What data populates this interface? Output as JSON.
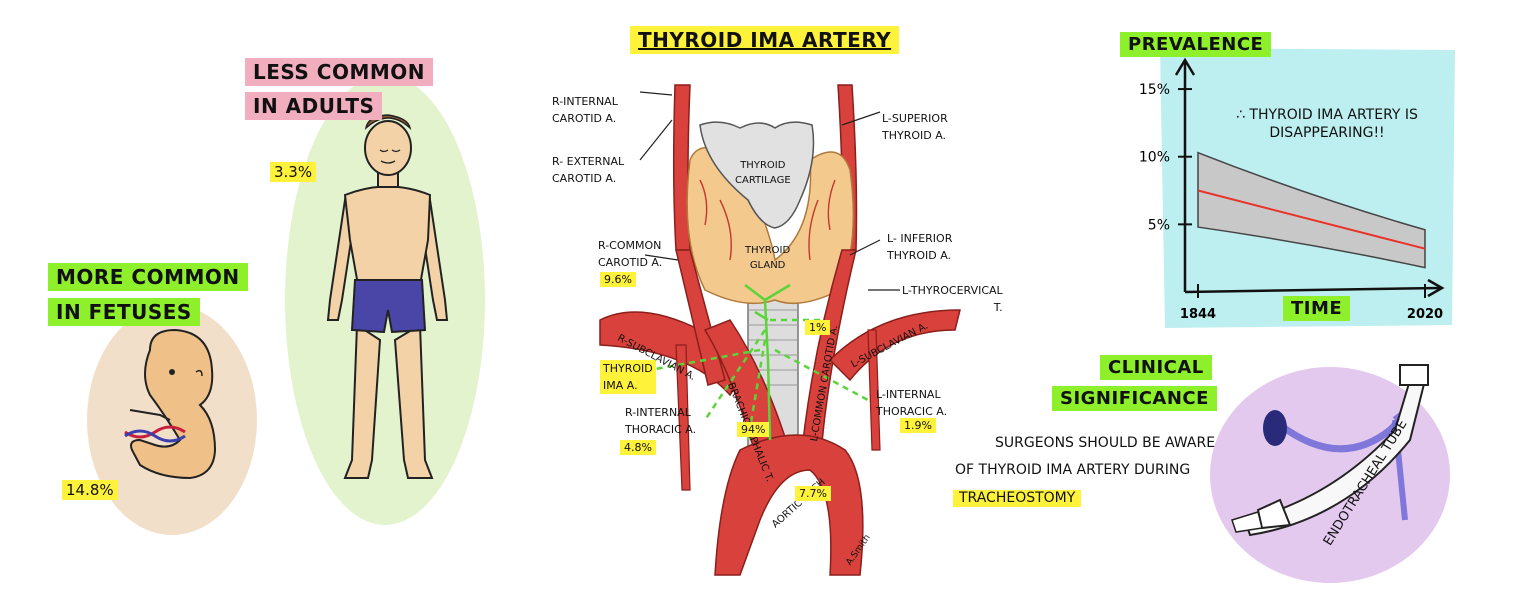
{
  "colors": {
    "yellow_highlight": "#fff23a",
    "green_highlight": "#8ef02a",
    "pink_highlight": "#f0aebf",
    "artery_red": "#d9413c",
    "fetus_bg": "#f0dcc4",
    "adult_bg": "#dff2c9",
    "chart_bg": "#bdeef0",
    "tube_bg": "#e4c9ee",
    "ima_green": "#5bd43a"
  },
  "adults": {
    "title_line1": "Less common",
    "title_line2": "in adults",
    "percent": "3.3%"
  },
  "fetuses": {
    "title_line1": "More common",
    "title_line2": "in fetuses",
    "percent": "14.8%"
  },
  "diagram": {
    "title": "Thyroid ima artery",
    "labels": {
      "r_internal_carotid": [
        "R-Internal",
        "carotid A."
      ],
      "r_external_carotid": [
        "R- External",
        "carotid A."
      ],
      "r_common_carotid": [
        "R-Common",
        "carotid A."
      ],
      "r_common_carotid_pct": "9.6%",
      "thyroid_ima": [
        "Thyroid",
        "ima A."
      ],
      "r_internal_thoracic": [
        "R-Internal",
        "Thoracic A."
      ],
      "r_internal_thoracic_pct": "4.8%",
      "thyroid_cartilage": [
        "Thyroid",
        "cartilage"
      ],
      "thyroid_gland": [
        "Thyroid",
        "gland"
      ],
      "r_subclavian": "R-subclavian A.",
      "brachiocephalic": "Brachiocephalic T.",
      "brachiocephalic_pct": "94%",
      "l_common_carotid": "L-common carotid A.",
      "l_common_carotid_pct": "1%",
      "l_subclavian": "L-subclavian A.",
      "aortic_arch": "Aortic arch",
      "aortic_arch_pct": "7.7%",
      "l_superior_thyroid": [
        "L-Superior",
        "Thyroid A."
      ],
      "l_inferior_thyroid": [
        "L- Inferior",
        "Thyroid A."
      ],
      "l_thyrocervical": [
        "L-Thyrocervical",
        "T."
      ],
      "l_internal_thoracic": [
        "L-Internal",
        "Thoracic A."
      ],
      "l_internal_thoracic_pct": "1.9%",
      "signature": "A.Smith"
    }
  },
  "chart_data": {
    "type": "line",
    "title": "∴ Thyroid ima artery is disappearing!!",
    "xlabel": "Time",
    "ylabel": "Prevalence",
    "x_ticks": [
      "1844",
      "2020"
    ],
    "y_ticks": [
      "5%",
      "10%",
      "15%"
    ],
    "x": [
      1844,
      2020
    ],
    "series": [
      {
        "values": [
          7.5,
          3.2
        ],
        "color": "#e8332a"
      }
    ],
    "band_upper": [
      10.3,
      4.6
    ],
    "band_lower": [
      4.8,
      1.8
    ],
    "xlim": [
      1844,
      2020
    ],
    "ylim": [
      0,
      17
    ],
    "grid": false,
    "highlight_line2": true
  },
  "clinical": {
    "title_line1": "Clinical",
    "title_line2": "significance",
    "text_line1": "Surgeons should be aware",
    "text_line2": "of thyroid ima artery during",
    "highlight": "tracheostomy"
  },
  "tube": {
    "label": "Endotracheal tube"
  }
}
